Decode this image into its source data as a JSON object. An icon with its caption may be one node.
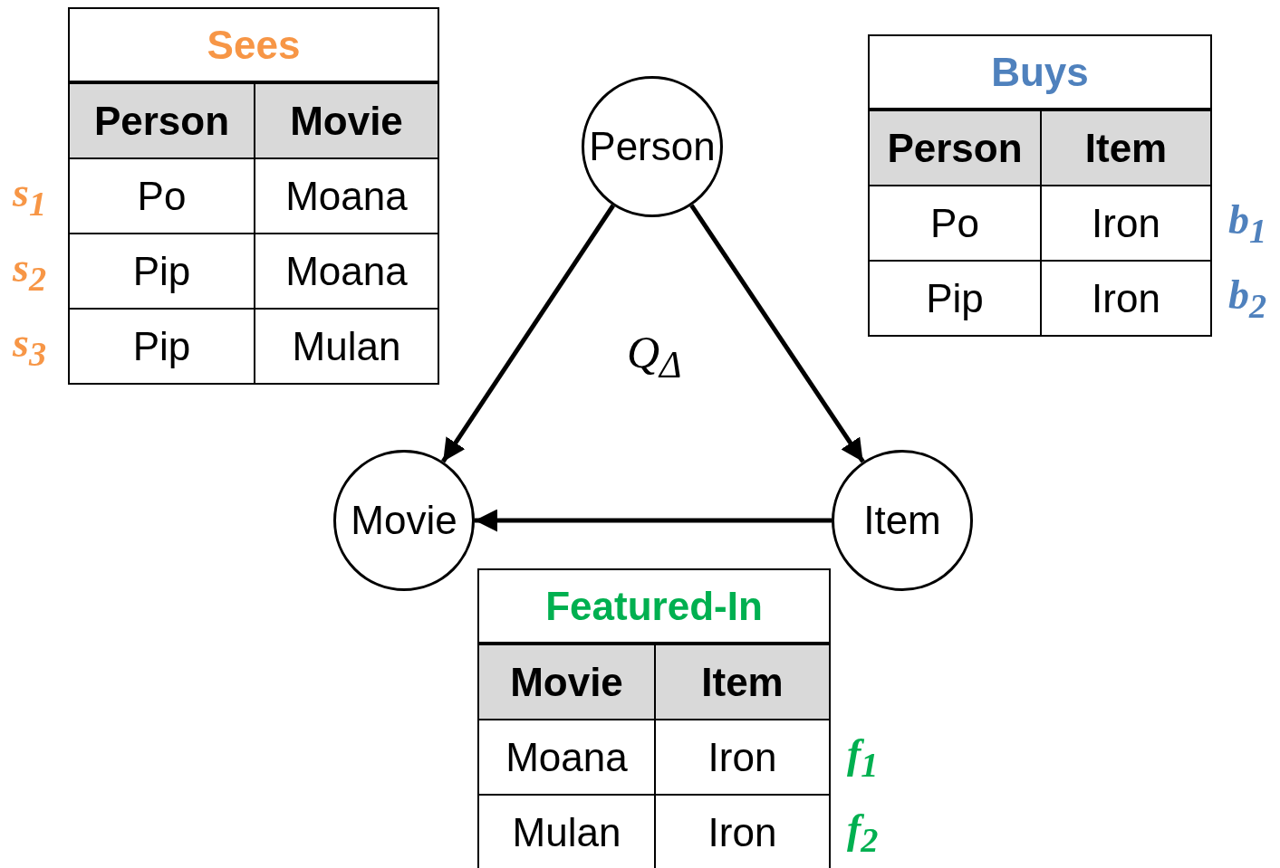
{
  "diagram": {
    "nodes": [
      {
        "text": [
          "Person"
        ]
      },
      {
        "text": [
          "Movie"
        ]
      },
      {
        "text": [
          "Item"
        ]
      }
    ],
    "edges": [
      {
        "from": 0,
        "to": 1,
        "arrow": "to"
      },
      {
        "from": 0,
        "to": 2,
        "arrow": "to"
      },
      {
        "from": 2,
        "to": 1,
        "arrow": "to"
      }
    ],
    "labels": [
      "Sees",
      "Person",
      "Movie",
      "s$_{1}$",
      "Po",
      "Moana",
      "s$_{2}$",
      "Pip",
      "Moana",
      "s$_{3}$",
      "Pip",
      "Mulan",
      "Buys",
      "Person",
      "Item",
      "Po",
      "Iron",
      "b$_{1}$",
      "Pip",
      "Iron",
      "b$_{2}$",
      "Q$_{Δ}$",
      "Featured-In",
      "Movie",
      "Item",
      "Moana",
      "Iron",
      "f$_{1}$",
      "Mulan",
      "Iron",
      "f$_{2}$"
    ]
  }
}
